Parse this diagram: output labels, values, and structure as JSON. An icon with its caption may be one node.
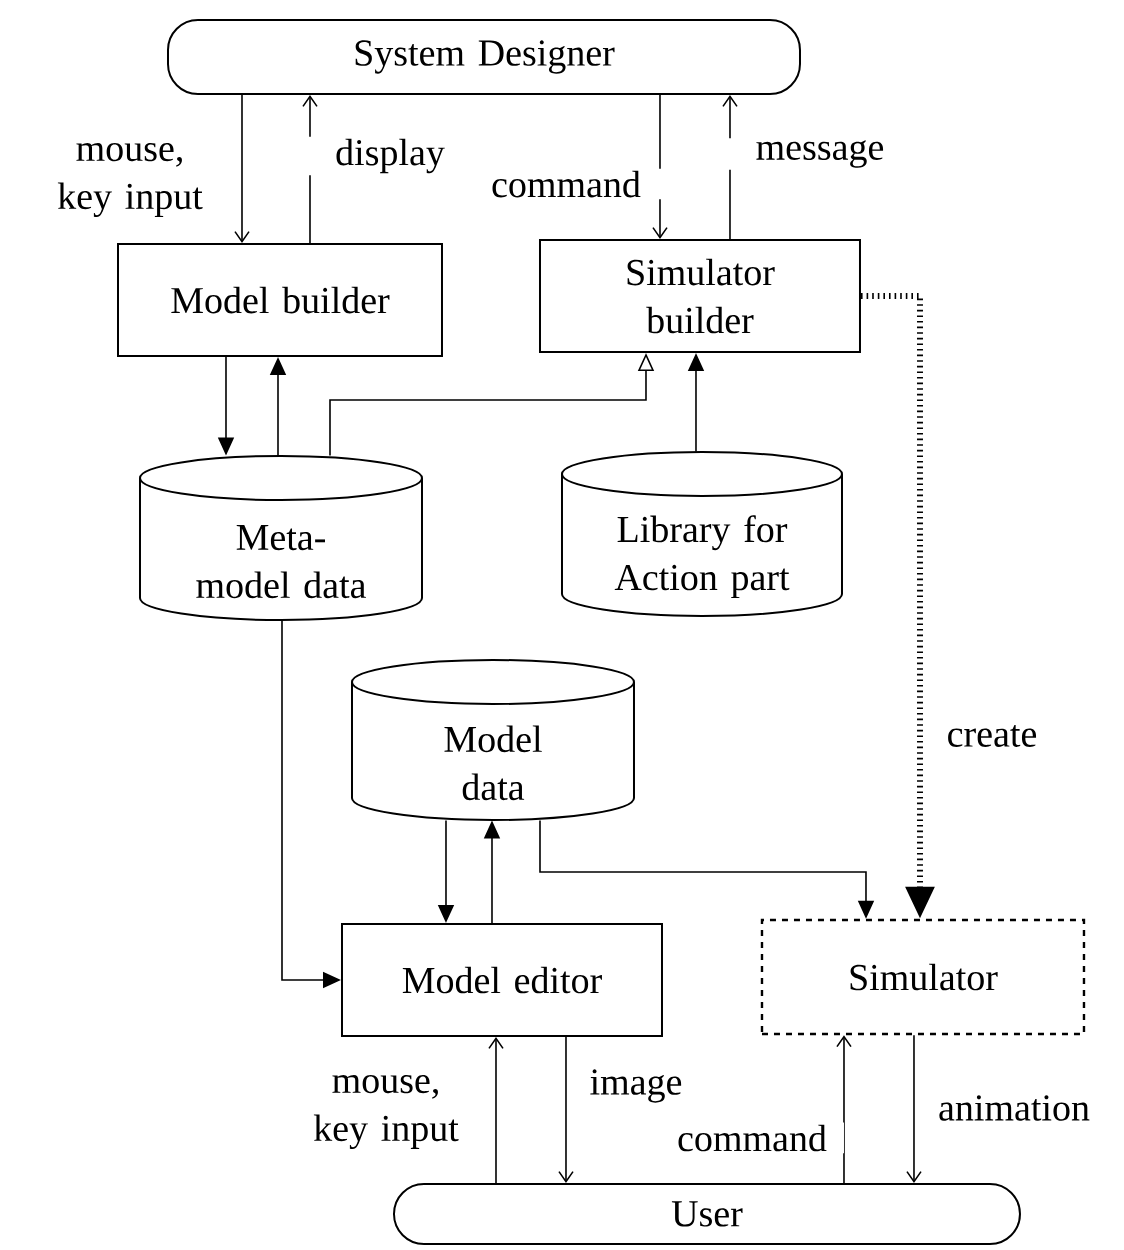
{
  "diagram": {
    "nodes": [
      {
        "text": [
          "System Designer"
        ]
      },
      {
        "text": [
          "Model builder"
        ]
      },
      {
        "text": [
          "Simulator builder"
        ]
      },
      {
        "text": [
          "Meta-model data"
        ]
      },
      {
        "text": [
          "Library for Action part"
        ]
      },
      {
        "text": [
          "Model data"
        ]
      },
      {
        "text": [
          "Model editor"
        ]
      },
      {
        "text": [
          "Simulator"
        ]
      },
      {
        "text": [
          "User"
        ]
      }
    ],
    "edges": [
      {
        "from": 0,
        "to": 1,
        "arrow": "to",
        "label": "mouse, key input"
      },
      {
        "from": 1,
        "to": 0,
        "arrow": "to",
        "label": "display"
      },
      {
        "from": 0,
        "to": 2,
        "arrow": "to",
        "label": "command"
      },
      {
        "from": 2,
        "to": 0,
        "arrow": "to",
        "label": "message"
      },
      {
        "from": 1,
        "to": 3,
        "arrow": "to"
      },
      {
        "from": 3,
        "to": 1,
        "arrow": "to"
      },
      {
        "from": 3,
        "to": 2,
        "arrow": "to"
      },
      {
        "from": 4,
        "to": 2,
        "arrow": "to"
      },
      {
        "from": 2,
        "to": 7,
        "arrow": "to",
        "label": "create",
        "style": "dashed"
      },
      {
        "from": 3,
        "to": 6,
        "arrow": "to"
      },
      {
        "from": 5,
        "to": 6,
        "arrow": "to"
      },
      {
        "from": 6,
        "to": 5,
        "arrow": "to"
      },
      {
        "from": 5,
        "to": 7,
        "arrow": "to"
      },
      {
        "from": 8,
        "to": 6,
        "arrow": "to",
        "label": "mouse, key input"
      },
      {
        "from": 6,
        "to": 8,
        "arrow": "to",
        "label": "image"
      },
      {
        "from": 8,
        "to": 7,
        "arrow": "to",
        "label": "command"
      },
      {
        "from": 7,
        "to": 8,
        "arrow": "to",
        "label": "animation"
      }
    ]
  }
}
